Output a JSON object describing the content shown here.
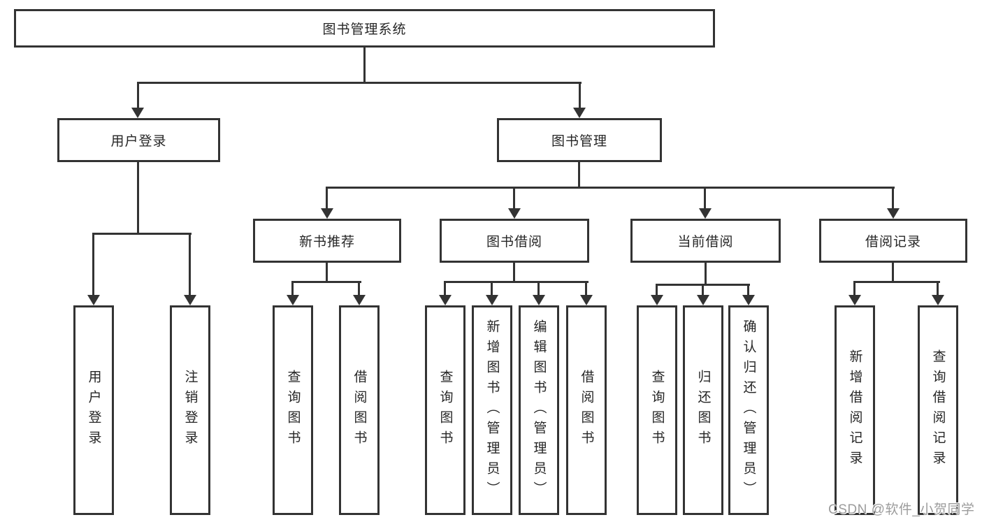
{
  "diagram": {
    "root": {
      "label": "图书管理系统"
    },
    "level2": [
      {
        "label": "用户登录",
        "children": [
          {
            "label": "用户登录"
          },
          {
            "label": "注销登录"
          }
        ]
      },
      {
        "label": "图书管理",
        "children": [
          {
            "label": "新书推荐",
            "children": [
              {
                "label": "查询图书"
              },
              {
                "label": "借阅图书"
              }
            ]
          },
          {
            "label": "图书借阅",
            "children": [
              {
                "label": "查询图书"
              },
              {
                "label": "新增图书（管理员）"
              },
              {
                "label": "编辑图书（管理员）"
              },
              {
                "label": "借阅图书"
              }
            ]
          },
          {
            "label": "当前借阅",
            "children": [
              {
                "label": "查询图书"
              },
              {
                "label": "归还图书"
              },
              {
                "label": "确认归还（管理员）"
              }
            ]
          },
          {
            "label": "借阅记录",
            "children": [
              {
                "label": "新增借阅记录"
              },
              {
                "label": "查询借阅记录"
              }
            ]
          }
        ]
      }
    ]
  },
  "watermark": {
    "text": "CSDN @软件_小贺同学"
  },
  "colors": {
    "line": "#333333",
    "text": "#262626",
    "watermark": "#9c9c9c",
    "background": "#ffffff"
  }
}
